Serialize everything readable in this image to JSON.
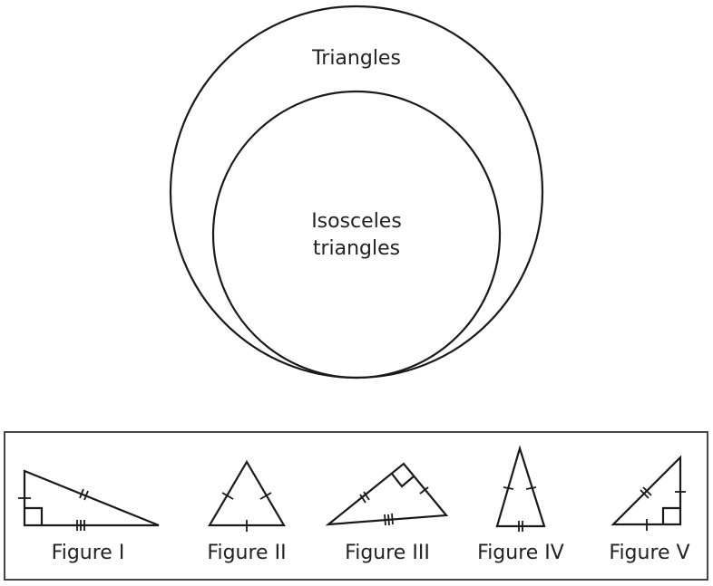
{
  "venn": {
    "outer_label": "Triangles",
    "inner_label_line1": "Isosceles",
    "inner_label_line2": "triangles"
  },
  "figures": [
    {
      "label": "Figure I"
    },
    {
      "label": "Figure II"
    },
    {
      "label": "Figure III"
    },
    {
      "label": "Figure IV"
    },
    {
      "label": "Figure V"
    }
  ]
}
